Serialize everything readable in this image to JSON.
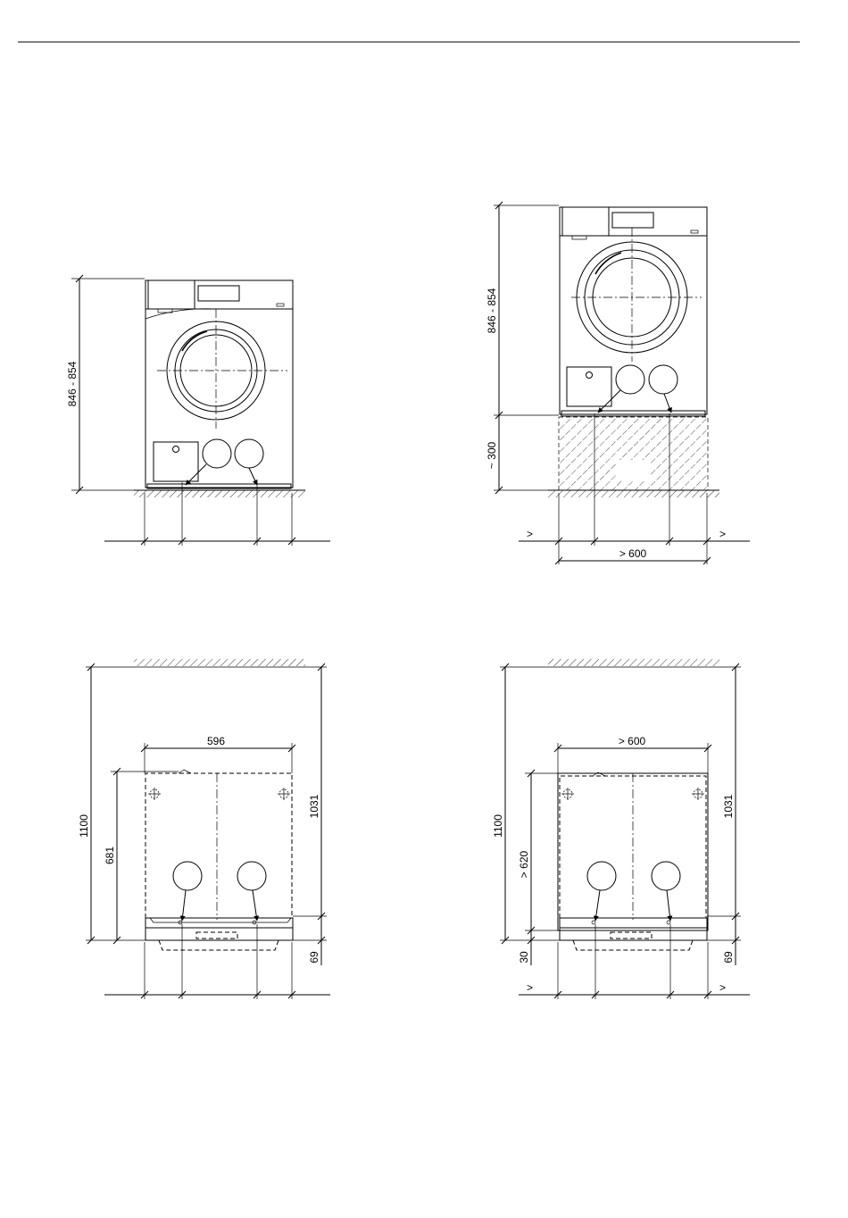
{
  "colors": {
    "line": "#000000",
    "background": "#ffffff"
  },
  "views": {
    "front_floor": {
      "height_label": "846 - 854"
    },
    "front_plinth": {
      "height_label": "846 - 854",
      "plinth_label": "~ 300",
      "width_label": "> 600",
      "left_gap_label": ">",
      "right_gap_label": ">"
    },
    "top_floor": {
      "width_label": "596",
      "total_depth_label": "1100",
      "depth_label": "681",
      "right_depth_label": "1031",
      "bottom_offset_label": "69"
    },
    "top_plinth": {
      "width_label": "> 600",
      "total_depth_label": "1100",
      "depth_label": "> 620",
      "right_depth_label": "1031",
      "bottom_offset_label": "69",
      "left_offset_label": "30",
      "left_gap_label": ">",
      "right_gap_label": ">"
    }
  }
}
